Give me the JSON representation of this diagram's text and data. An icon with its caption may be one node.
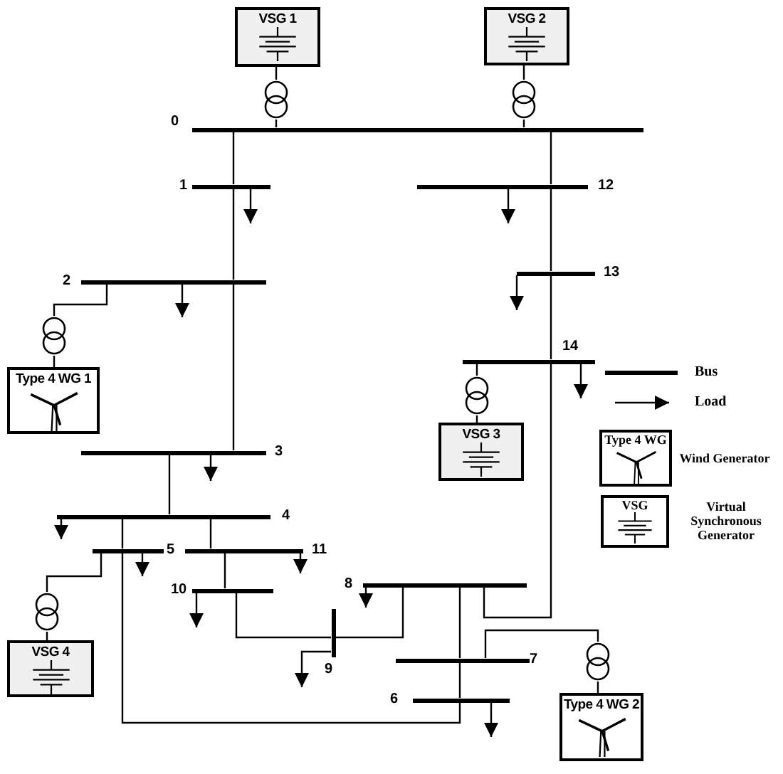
{
  "diagram": {
    "nodes": [
      {
        "text": [
          "VSG 1"
        ]
      },
      {
        "text": [
          "VSG 2"
        ]
      },
      {
        "text": [],
        "shape": "transformer"
      },
      {
        "text": [],
        "shape": "transformer"
      },
      {
        "text": [
          "0"
        ]
      },
      {
        "text": [
          "1"
        ]
      },
      {
        "text": [
          "12"
        ]
      },
      {
        "text": [
          "2"
        ]
      },
      {
        "text": [
          "13"
        ]
      },
      {
        "text": [],
        "shape": "transformer"
      },
      {
        "text": [
          "Type 4 WG 1"
        ]
      },
      {
        "text": [
          "14"
        ]
      },
      {
        "text": [],
        "shape": "transformer"
      },
      {
        "text": [
          "3"
        ]
      },
      {
        "text": [
          "VSG 3"
        ]
      },
      {
        "text": [
          "4"
        ]
      },
      {
        "text": [
          "5"
        ]
      },
      {
        "text": [
          "11"
        ]
      },
      {
        "text": [
          "10"
        ]
      },
      {
        "text": [
          "8"
        ]
      },
      {
        "text": [
          "9"
        ]
      },
      {
        "text": [],
        "shape": "transformer"
      },
      {
        "text": [
          "7"
        ]
      },
      {
        "text": [
          "VSG 4"
        ]
      },
      {
        "text": [],
        "shape": "transformer"
      },
      {
        "text": [
          "6"
        ]
      },
      {
        "text": [
          "Type 4 WG 2"
        ]
      }
    ],
    "edges": [
      {
        "from": 0,
        "to": 2,
        "arrow": "none"
      },
      {
        "from": 2,
        "to": 4,
        "arrow": "none"
      },
      {
        "from": 1,
        "to": 3,
        "arrow": "none"
      },
      {
        "from": 3,
        "to": 4,
        "arrow": "none"
      },
      {
        "from": 7,
        "to": 9,
        "arrow": "none"
      },
      {
        "from": 9,
        "to": 10,
        "arrow": "none"
      },
      {
        "from": 11,
        "to": 12,
        "arrow": "none"
      },
      {
        "from": 12,
        "to": 14,
        "arrow": "none"
      },
      {
        "from": 16,
        "to": 21,
        "arrow": "none"
      },
      {
        "from": 21,
        "to": 23,
        "arrow": "none"
      },
      {
        "from": 22,
        "to": 24,
        "arrow": "none"
      },
      {
        "from": 24,
        "to": 26,
        "arrow": "none"
      },
      {
        "from": 4,
        "to": 5,
        "arrow": "none"
      },
      {
        "from": 5,
        "to": 7,
        "arrow": "none"
      },
      {
        "from": 7,
        "to": 13,
        "arrow": "none"
      },
      {
        "from": 4,
        "to": 6,
        "arrow": "none"
      },
      {
        "from": 6,
        "to": 8,
        "arrow": "none"
      },
      {
        "from": 8,
        "to": 11,
        "arrow": "none"
      },
      {
        "from": 11,
        "to": 19,
        "arrow": "none"
      },
      {
        "from": 13,
        "to": 15,
        "arrow": "none"
      },
      {
        "from": 15,
        "to": 17,
        "arrow": "none"
      },
      {
        "from": 17,
        "to": 18,
        "arrow": "none"
      },
      {
        "from": 15,
        "to": 16,
        "arrow": "none"
      },
      {
        "from": 16,
        "to": 25,
        "arrow": "none"
      },
      {
        "from": 25,
        "to": 22,
        "arrow": "none"
      },
      {
        "from": 22,
        "to": 19,
        "arrow": "none"
      },
      {
        "from": 18,
        "to": 20,
        "arrow": "none"
      },
      {
        "from": 20,
        "to": 19,
        "arrow": "none"
      },
      {
        "from": 5,
        "to": null,
        "arrow": "to"
      },
      {
        "from": 6,
        "to": null,
        "arrow": "to"
      },
      {
        "from": 7,
        "to": null,
        "arrow": "to"
      },
      {
        "from": 8,
        "to": null,
        "arrow": "to"
      },
      {
        "from": 11,
        "to": null,
        "arrow": "to"
      },
      {
        "from": 13,
        "to": null,
        "arrow": "to"
      },
      {
        "from": 15,
        "to": null,
        "arrow": "to"
      },
      {
        "from": 16,
        "to": null,
        "arrow": "to"
      },
      {
        "from": 17,
        "to": null,
        "arrow": "to"
      },
      {
        "from": 18,
        "to": null,
        "arrow": "to"
      },
      {
        "from": 19,
        "to": null,
        "arrow": "to"
      },
      {
        "from": 20,
        "to": null,
        "arrow": "to"
      },
      {
        "from": 25,
        "to": null,
        "arrow": "to"
      }
    ],
    "labels": [
      "Type 4 WG",
      "VSG"
    ],
    "legend": [
      {
        "text": "Bus"
      },
      {
        "text": "Load"
      },
      {
        "text": "Wind Generator"
      },
      {
        "text": "Virtual Synchronous Generator"
      }
    ]
  }
}
